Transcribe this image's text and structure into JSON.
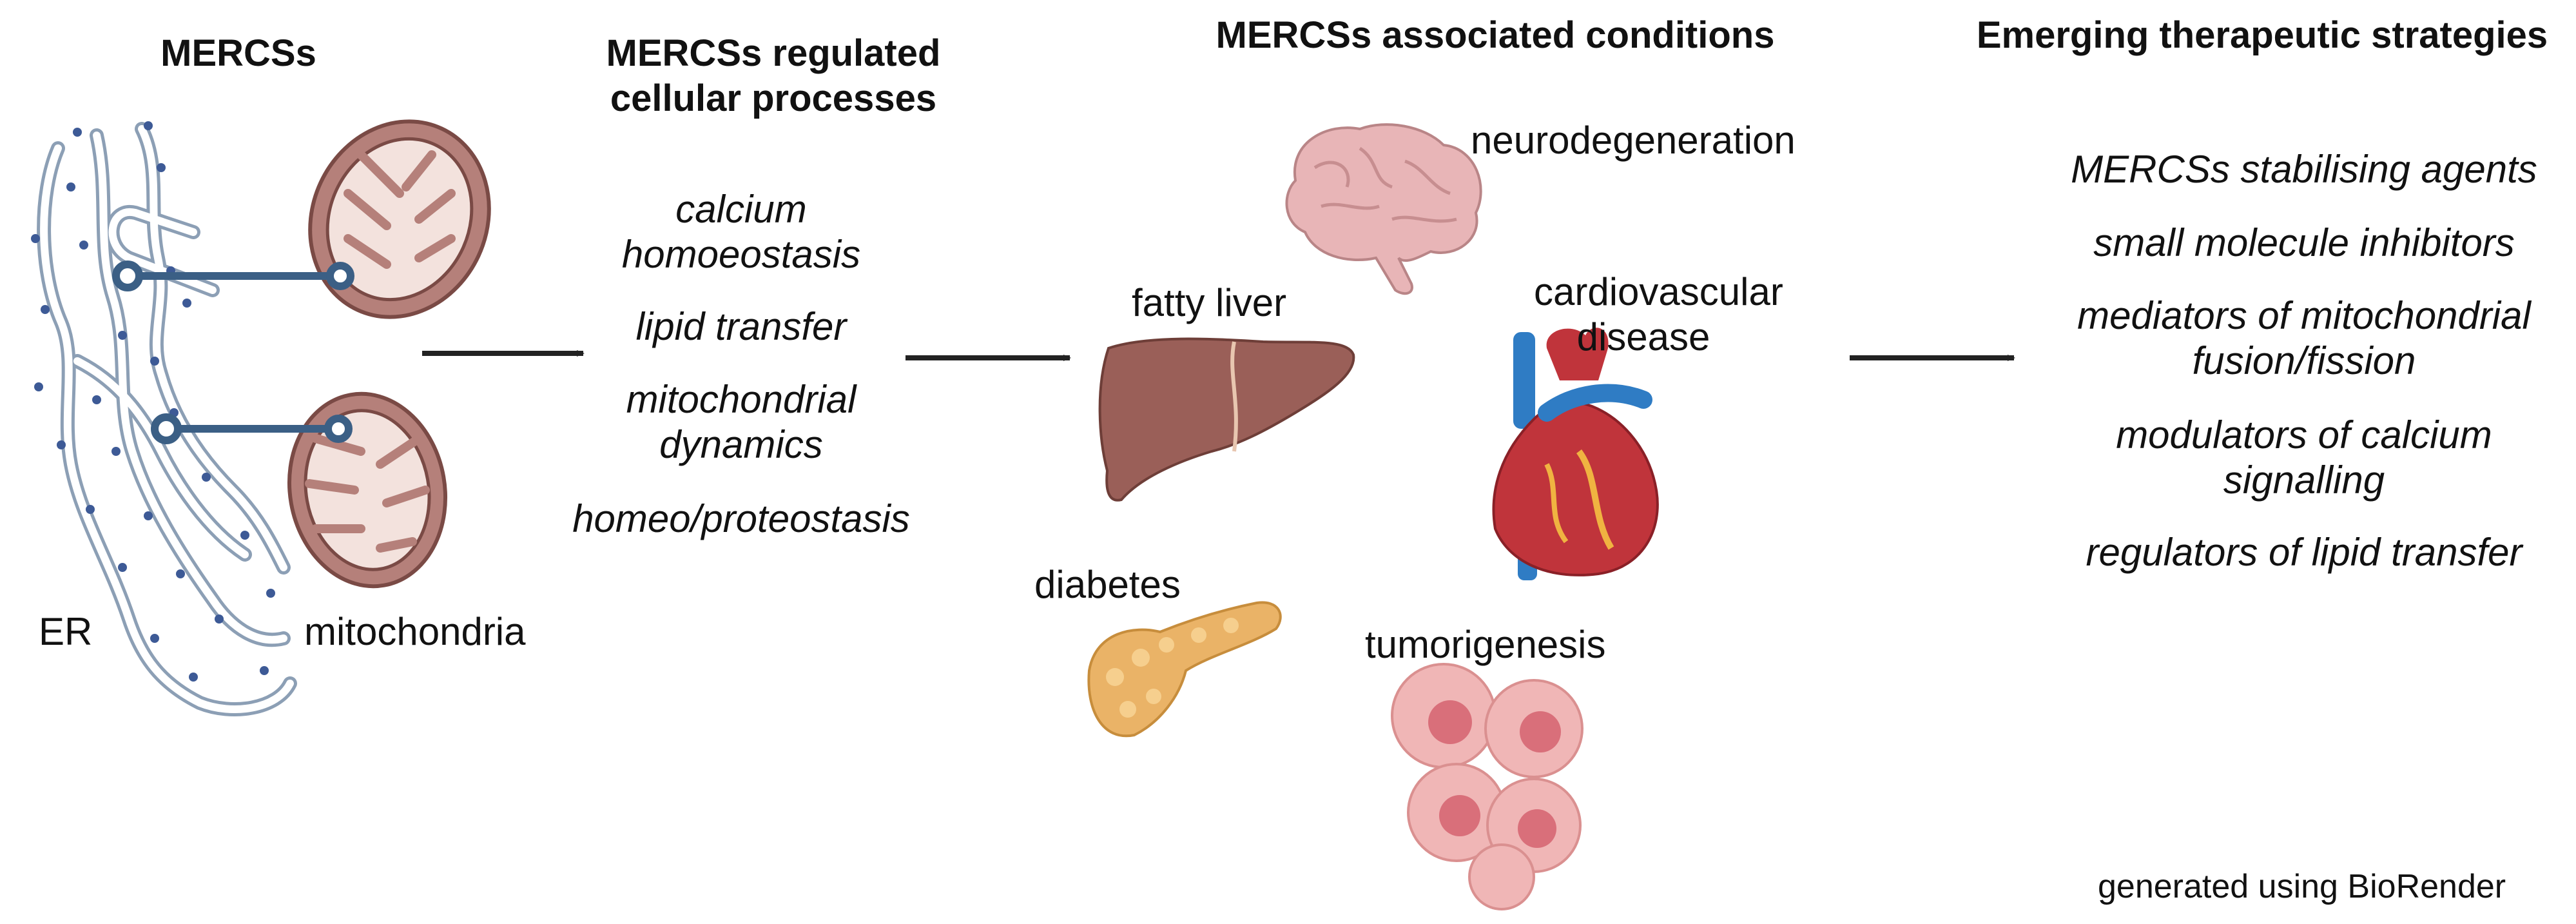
{
  "headers": {
    "mercss": "MERCSs",
    "processes": [
      "MERCSs regulated",
      "cellular processes"
    ],
    "conditions": "MERCSs associated conditions",
    "strategies": "Emerging therapeutic strategies"
  },
  "structure_labels": {
    "er": "ER",
    "mitochondria": "mitochondria"
  },
  "processes": [
    [
      "calcium",
      "homoeostasis"
    ],
    [
      "lipid transfer"
    ],
    [
      "mitochondrial",
      "dynamics"
    ],
    [
      "homeo/proteostasis"
    ]
  ],
  "conditions": {
    "neurodegeneration": "neurodegeneration",
    "fatty_liver": "fatty liver",
    "cardiovascular": [
      "cardiovascular",
      "disease"
    ],
    "diabetes": "diabetes",
    "tumorigenesis": "tumorigenesis"
  },
  "strategies": [
    [
      "MERCSs stabilising agents"
    ],
    [
      "small molecule inhibitors"
    ],
    [
      "mediators of mitochondrial",
      "fusion/fission"
    ],
    [
      "modulators of calcium",
      "signalling"
    ],
    [
      "regulators of lipid transfer"
    ]
  ],
  "credit": "generated using BioRender",
  "colors": {
    "er_outline": "#8c9fb5",
    "ribosome": "#3d5a96",
    "tether": "#3b5f85",
    "mito_outer": "#b5807a",
    "mito_inner": "#f3e2dd",
    "liver": "#9a5f58",
    "brain": "#e8b5b7",
    "heart_red": "#c0343b",
    "heart_blue": "#2f7cc4",
    "pancreas": "#eab367",
    "tumor": "#f0b3b3",
    "arrow": "#222222"
  }
}
